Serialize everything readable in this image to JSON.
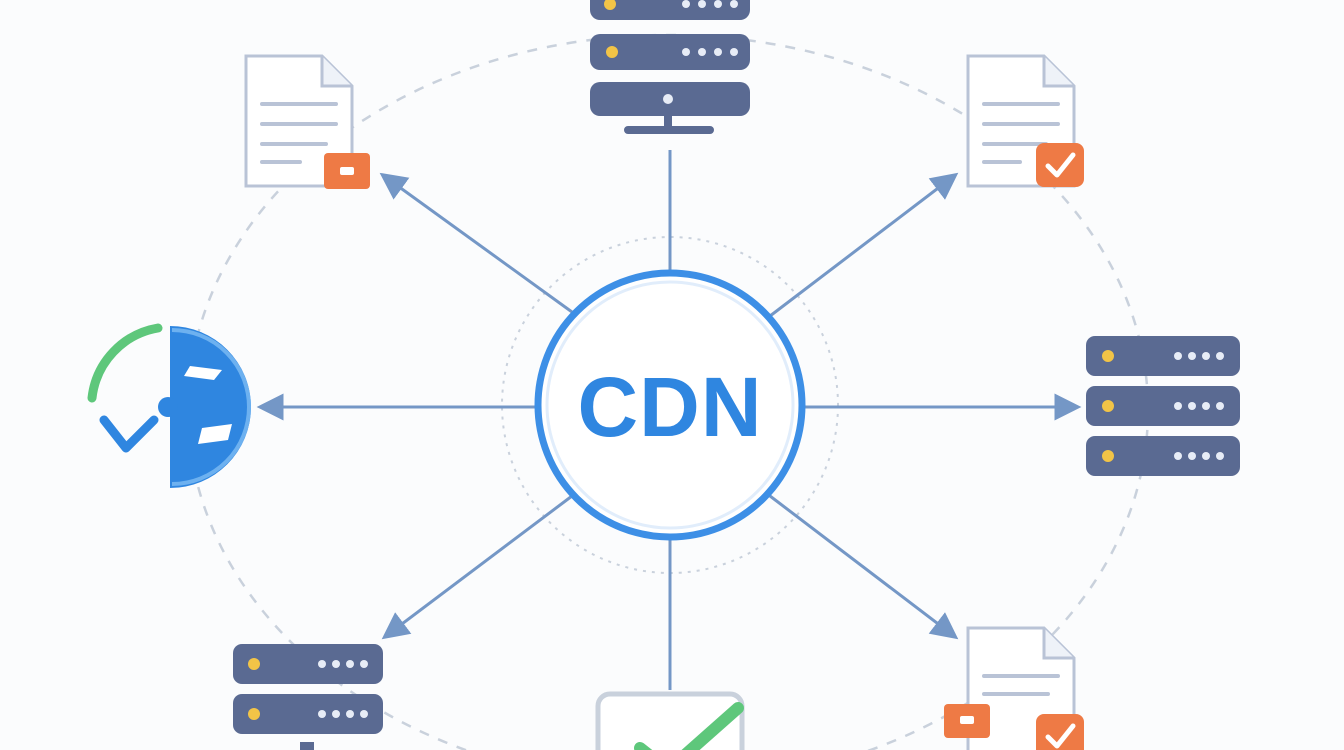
{
  "diagram": {
    "hub_label": "CDN",
    "colors": {
      "hub_ring": "#3d8fe6",
      "connector": "#7497c6",
      "server_body": "#5a6a92",
      "server_light": "#f2c447",
      "server_dots": "#e7ecf6",
      "document_outline": "#b9c3d6",
      "badge_orange": "#ee7a45",
      "check_green": "#5ec77b",
      "clock_blue": "#2f86e0",
      "dashed_ring": "#c9d1dc"
    },
    "nodes": [
      {
        "name": "origin-server",
        "icon": "server-monitor-icon"
      },
      {
        "name": "cached-document-top-left",
        "icon": "document-lock-icon"
      },
      {
        "name": "cached-document-top-right",
        "icon": "document-check-icon"
      },
      {
        "name": "edge-server-right",
        "icon": "server-icon"
      },
      {
        "name": "cached-document-bottom-right",
        "icon": "document-check-icon"
      },
      {
        "name": "verification-bottom",
        "icon": "checkbox-icon"
      },
      {
        "name": "edge-server-bottom-left",
        "icon": "server-icon"
      },
      {
        "name": "speed-clock-left",
        "icon": "clock-speed-icon"
      }
    ]
  }
}
